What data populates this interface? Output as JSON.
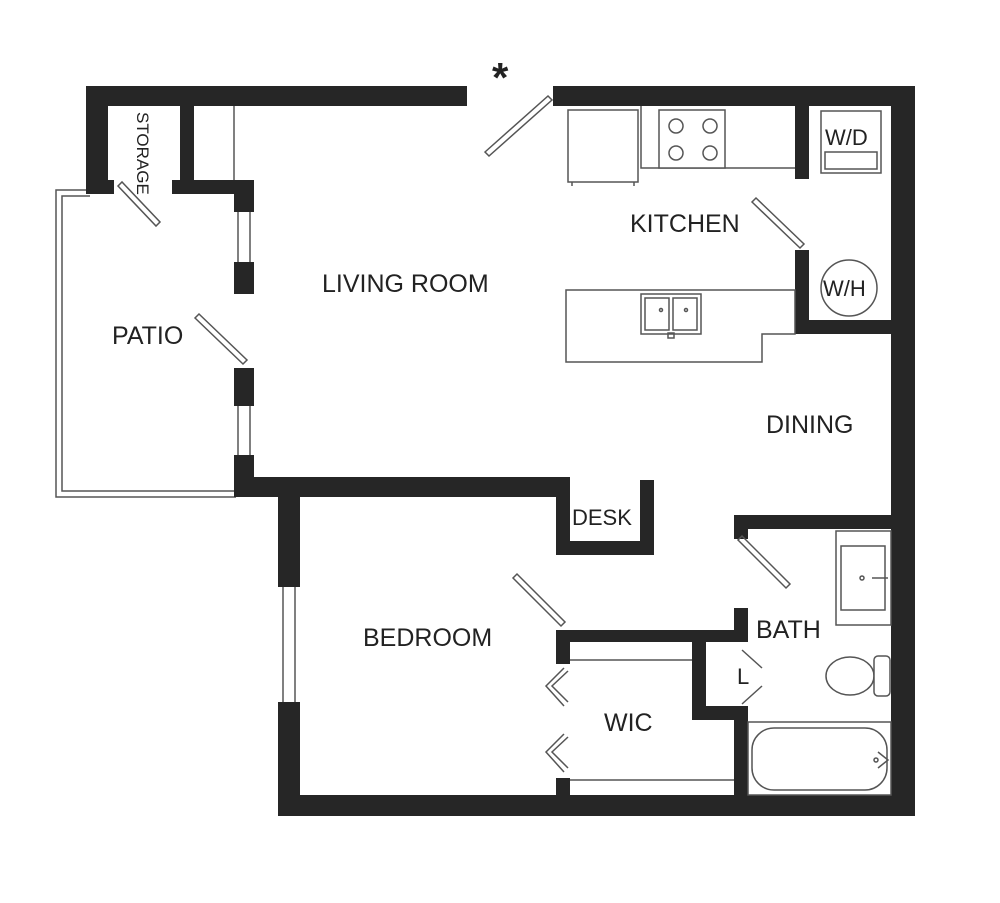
{
  "labels": {
    "storage": "STORAGE",
    "living_room": "LIVING ROOM",
    "patio": "PATIO",
    "kitchen": "KITCHEN",
    "wd": "W/D",
    "wh": "W/H",
    "dining": "DINING",
    "desk": "DESK",
    "bedroom": "BEDROOM",
    "bath": "BATH",
    "linen": "L",
    "wic": "WIC",
    "entry_mark": "*"
  },
  "colors": {
    "wall": "#262626",
    "line": "#555555",
    "text": "#222222"
  }
}
